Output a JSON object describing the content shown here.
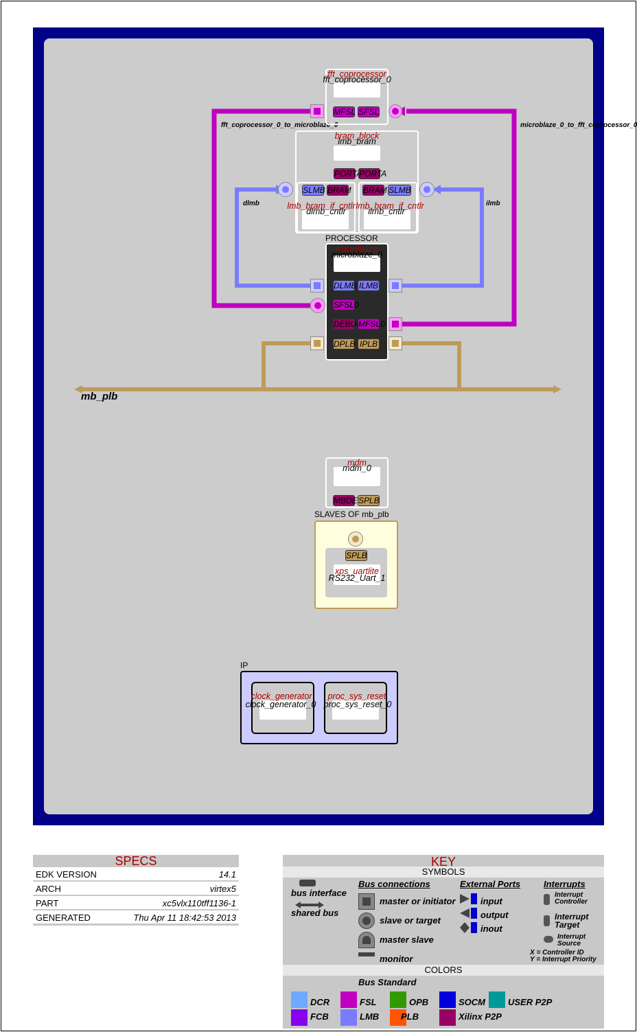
{
  "diagram": {
    "modules": {
      "fft": {
        "type": "fft_coprocessor",
        "instance": "fft_coprocessor_0",
        "ports": [
          "MFSL",
          "SFSL"
        ]
      },
      "bram": {
        "type": "bram_block",
        "instance": "lmb_bram",
        "ports": [
          "PORTA",
          "PORTA"
        ]
      },
      "dlmb_cntlr": {
        "type": "lmb_bram_if_cntlr",
        "instance": "dlmb_cntlr",
        "ports": [
          "SLMB",
          "BRAM"
        ]
      },
      "ilmb_cntlr": {
        "type": "lmb_bram_if_cntlr",
        "instance": "ilmb_cntlr",
        "ports": [
          "BRAM",
          "SLMB"
        ]
      },
      "processor": {
        "heading": "PROCESSOR",
        "type": "microblaze",
        "instance": "microblaze_0",
        "ports": [
          "DLMB",
          "ILMB",
          "SFSL0",
          "DEBUG",
          "MFSL0",
          "DPLB",
          "IPLB"
        ]
      },
      "mdm": {
        "type": "mdm",
        "instance": "mdm_0",
        "ports": [
          "MBDEBUG",
          "SPLB"
        ]
      },
      "slaves": {
        "heading": "SLAVES OF mb_plb",
        "type": "xps_uartlite",
        "instance": "RS232_Uart_1",
        "port": "SPLB"
      },
      "ip": {
        "heading": "IP",
        "items": [
          {
            "type": "clock_generator",
            "instance": "clock_generator_0"
          },
          {
            "type": "proc_sys_reset",
            "instance": "proc_sys_reset_0"
          }
        ]
      }
    },
    "connections": {
      "fsl_left": "fft_coprocessor_0_to_microblaze_0",
      "fsl_right": "microblaze_0_to_fft_coprocessor_0",
      "dlmb": "dlmb",
      "ilmb": "ilmb",
      "plb": "mb_plb"
    },
    "colors": {
      "fsl": "#c000c0",
      "lmb": "#7b7bff",
      "plb": "#bf9b5a",
      "bram": "#990066",
      "bg": "#000088"
    }
  },
  "specs": {
    "title": "SPECS",
    "rows": [
      {
        "key": "EDK VERSION",
        "value": "14.1"
      },
      {
        "key": "ARCH",
        "value": "virtex5"
      },
      {
        "key": "PART",
        "value": "xc5vlx110tff1136-1"
      },
      {
        "key": "GENERATED",
        "value": "Thu Apr 11 18:42:53 2013"
      }
    ]
  },
  "key": {
    "title": "KEY",
    "symbols_heading": "SYMBOLS",
    "bus_interface": "bus interface",
    "shared_bus": "shared bus",
    "bus_connections": {
      "heading": "Bus connections",
      "items": [
        "master or initiator",
        "slave or target",
        "master slave",
        "monitor"
      ]
    },
    "external_ports": {
      "heading": "External Ports",
      "items": [
        "input",
        "output",
        "inout"
      ]
    },
    "interrupts": {
      "heading": "Interrupts",
      "controller": "Interrupt Controller",
      "target": "Interrupt Target",
      "source": "Interrupt Source",
      "note1": "X = Controller ID",
      "note2": "Y = Interrupt Priority"
    },
    "colors_heading": "COLORS",
    "bus_standard": "Bus Standard",
    "swatches": [
      {
        "name": "DCR",
        "color": "#6fa8ff"
      },
      {
        "name": "FSL",
        "color": "#c000c0"
      },
      {
        "name": "OPB",
        "color": "#339900"
      },
      {
        "name": "SOCM",
        "color": "#0000dd"
      },
      {
        "name": "USER P2P",
        "color": "#009999"
      },
      {
        "name": "FCB",
        "color": "#8800ee"
      },
      {
        "name": "LMB",
        "color": "#7b7bff"
      },
      {
        "name": "PLB",
        "color": "#ff5500"
      },
      {
        "name": "Xilinx P2P",
        "color": "#990066"
      }
    ]
  }
}
